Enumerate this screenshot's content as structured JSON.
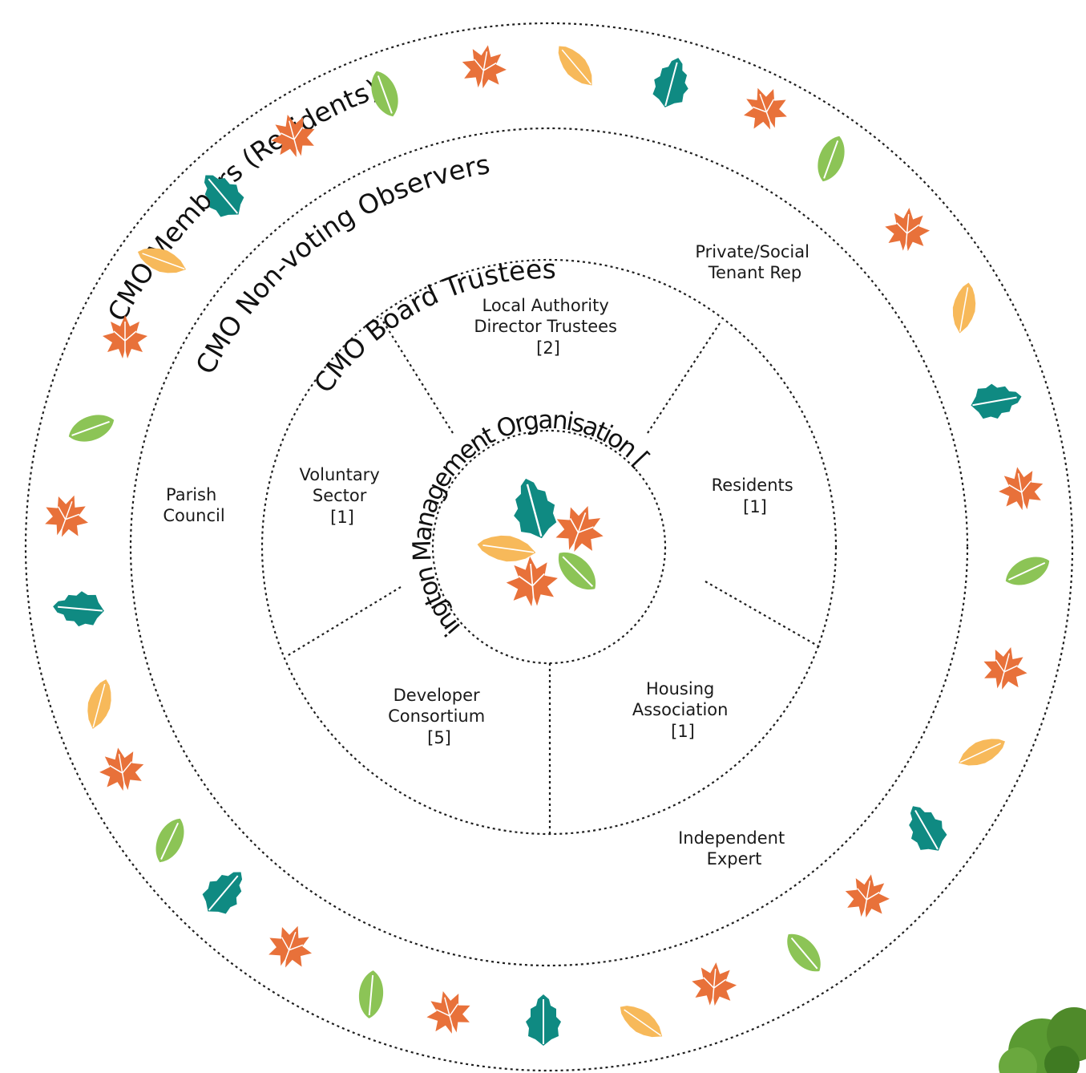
{
  "rings": {
    "members": "CMO Members (Residents)",
    "observers": "CMO Non-voting Observers",
    "trustees": "CMO Board Trustees",
    "core": "Chilmington Management Organisation [CMO]"
  },
  "observers": [
    {
      "id": "private-social-tenant-rep",
      "lines": [
        "Private/Social",
        "Tenant Rep"
      ]
    },
    {
      "id": "parish-council",
      "lines": [
        "Parish",
        "Council"
      ]
    },
    {
      "id": "independent-expert",
      "lines": [
        "Independent",
        "Expert"
      ]
    }
  ],
  "trustee_groups": [
    {
      "id": "local-authority",
      "lines": [
        "Local Authority",
        "Director Trustees",
        "[2]"
      ]
    },
    {
      "id": "residents",
      "lines": [
        "Residents",
        "[1]"
      ]
    },
    {
      "id": "housing-association",
      "lines": [
        "Housing",
        "Association",
        "[1]"
      ]
    },
    {
      "id": "developer-consortium",
      "lines": [
        "Developer",
        "Consortium",
        "[5]"
      ]
    },
    {
      "id": "voluntary-sector",
      "lines": [
        "Voluntary",
        "Sector",
        "[1]"
      ]
    }
  ],
  "colors": {
    "orange": "#e8713a",
    "teal": "#0f8a82",
    "light_green": "#8cc456",
    "yellow": "#f7b95a",
    "tree": "#5a9a32"
  }
}
